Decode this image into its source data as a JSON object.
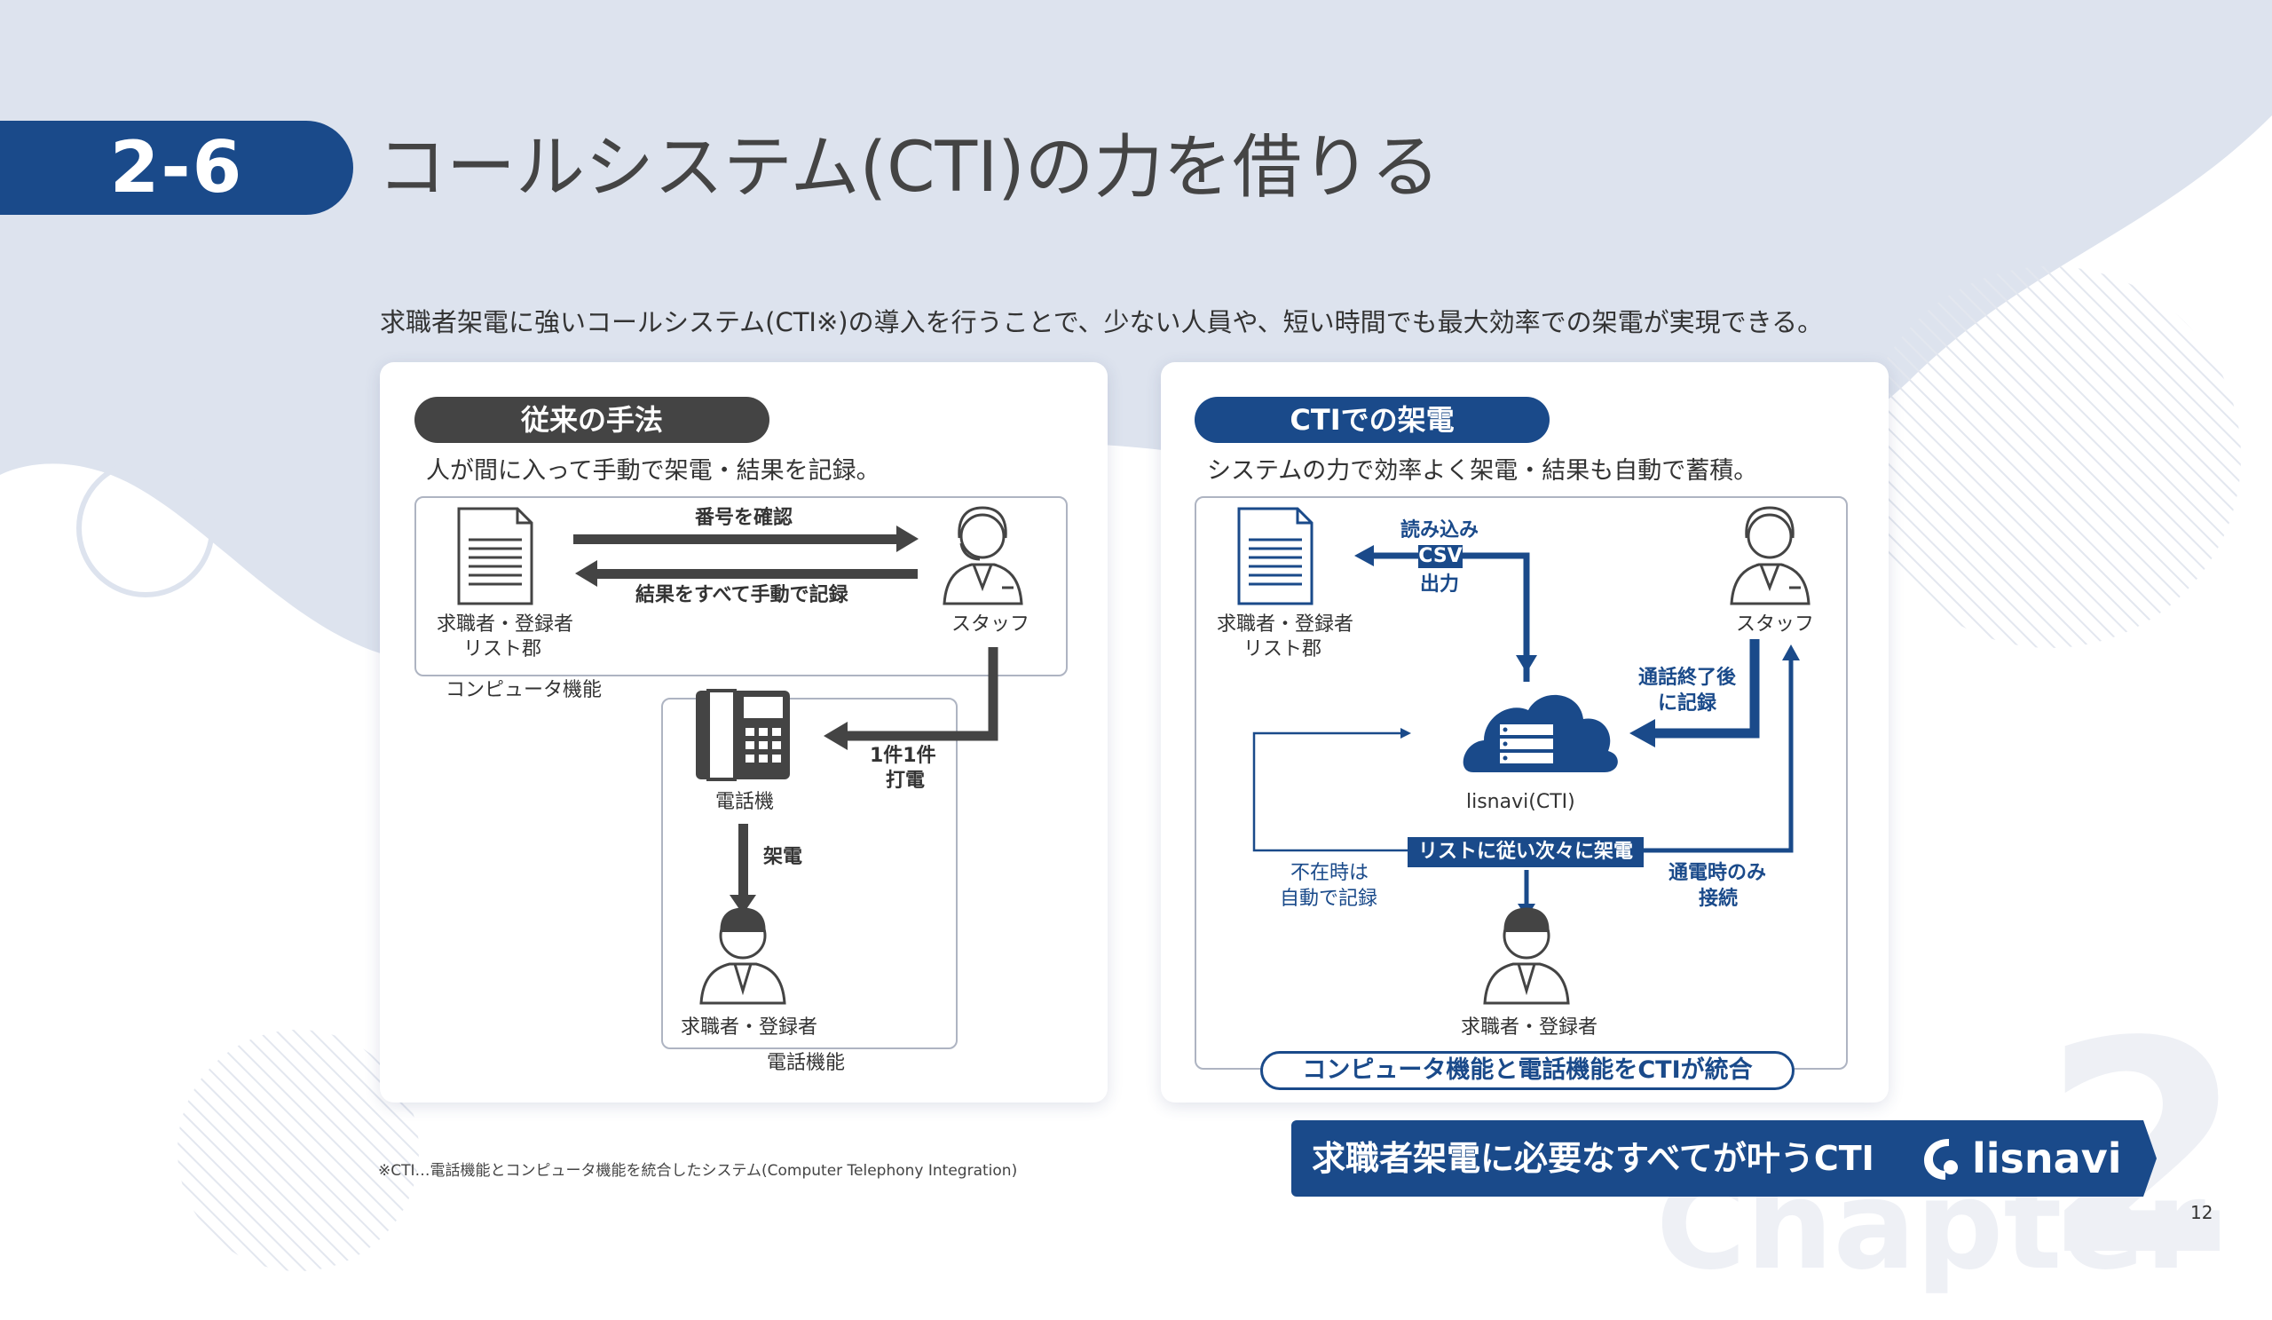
{
  "slide": {
    "section_number": "2-6",
    "title": "コールシステム(CTI)の力を借りる",
    "lead": "求職者架電に強いコールシステム(CTI※)の導入を行うことで、少ない人員や、短い時間でも最大効率での架電が実現できる。",
    "page_number": "12",
    "chapter_word": "Chapter",
    "chapter_number": "2",
    "footnote": "※CTI…電話機能とコンピュータ機能を統合したシステム(Computer Telephony Integration)"
  },
  "left_panel": {
    "heading": "従来の手法",
    "subtitle": "人が間に入って手動で架電・結果を記録。",
    "doc_label_1": "求職者・登録者",
    "doc_label_2": "リスト郡",
    "arrow_top_label": "番号を確認",
    "arrow_bottom_label": "結果をすべて手動で記録",
    "staff_label": "スタッフ",
    "computer_label": "コンピュータ機能",
    "phone_label": "電話機",
    "dial_label_1": "1件1件",
    "dial_label_2": "打電",
    "call_label": "架電",
    "person_label": "求職者・登録者",
    "phone_function_label": "電話機能"
  },
  "right_panel": {
    "heading": "CTIでの架電",
    "subtitle": "システムの力で効率よく架電・結果も自動で蓄積。",
    "doc_label_1": "求職者・登録者",
    "doc_label_2": "リスト郡",
    "import_label": "読み込み",
    "csv_label": "CSV",
    "export_label": "出力",
    "staff_label": "スタッフ",
    "after_call_1": "通話終了後",
    "after_call_2": "に記録",
    "server_label": "lisnavi(CTI)",
    "auto_call_label": "リストに従い次々に架電",
    "absent_1": "不在時は",
    "absent_2": "自動で記録",
    "connect_1": "通電時のみ",
    "connect_2": "接続",
    "person_label": "求職者・登録者",
    "integration_label": "コンピュータ機能と電話機能をCTIが統合"
  },
  "banner": {
    "text": "求職者架電に必要なすべてが叶うCTI",
    "logo_text": "lisnavi"
  },
  "colors": {
    "navy": "#1a4a8a",
    "dark_gray": "#444444",
    "background_wave": "#dde3ee"
  }
}
